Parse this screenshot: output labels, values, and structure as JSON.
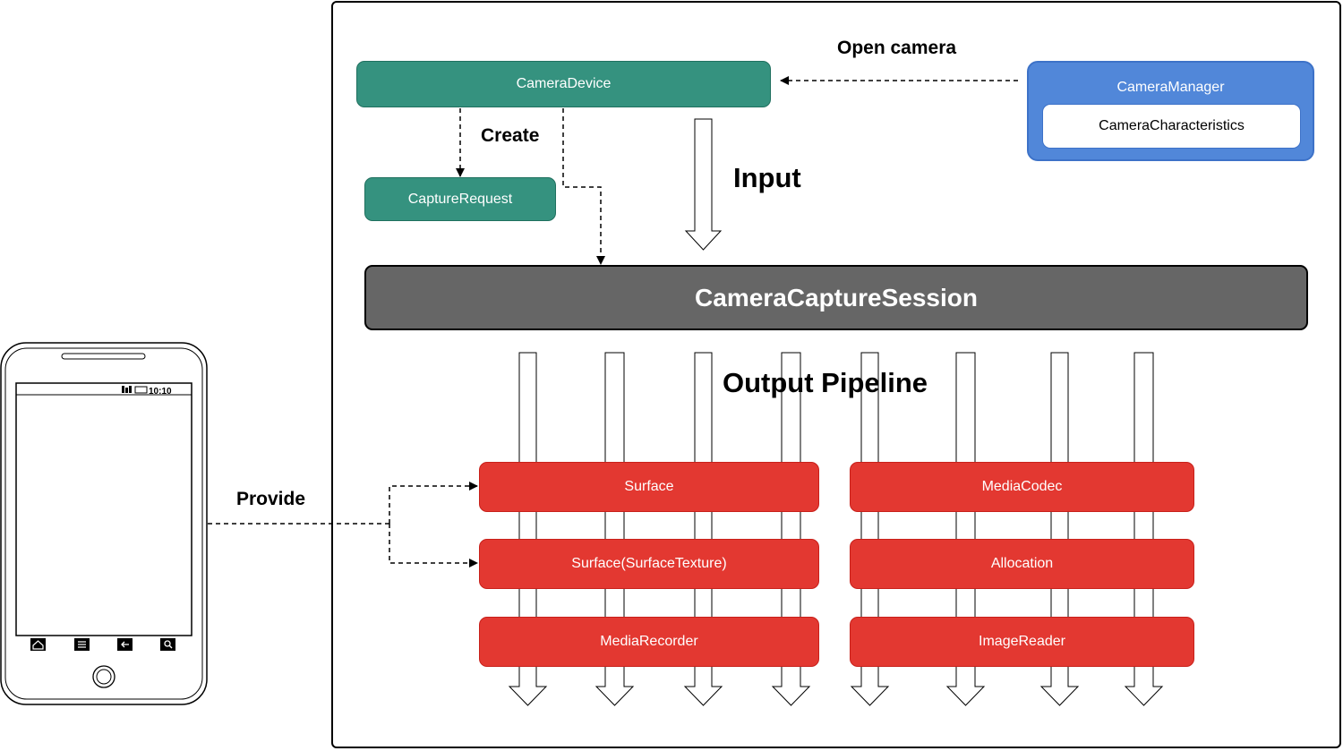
{
  "nodes": {
    "camera_device": "CameraDevice",
    "capture_request": "CaptureRequest",
    "camera_manager": "CameraManager",
    "camera_characteristics": "CameraCharacteristics",
    "capture_session": "CameraCaptureSession",
    "surface": "Surface",
    "surface_texture": "Surface(SurfaceTexture)",
    "media_recorder": "MediaRecorder",
    "media_codec": "MediaCodec",
    "allocation": "Allocation",
    "image_reader": "ImageReader"
  },
  "labels": {
    "open_camera": "Open camera",
    "create": "Create",
    "input": "Input",
    "output_pipeline": "Output Pipeline",
    "provide": "Provide"
  },
  "phone": {
    "status_time": "10:10"
  },
  "colors": {
    "teal": "#35927f",
    "red": "#e33831",
    "gray": "#666666",
    "blue": "#5187d9"
  }
}
